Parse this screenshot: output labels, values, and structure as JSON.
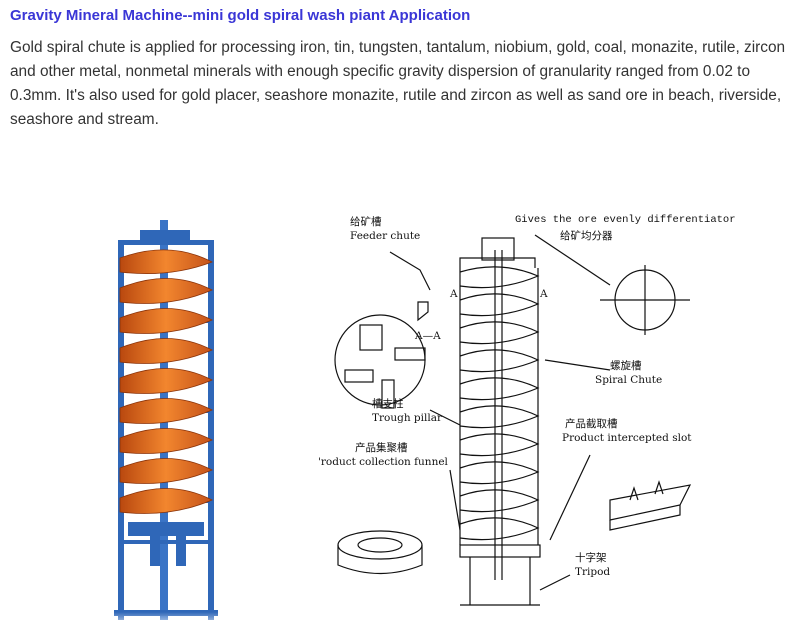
{
  "heading": "Gravity Mineral Machine--mini gold spiral wash piant Application",
  "paragraph": "Gold spiral chute is applied for processing iron, tin, tungsten, tantalum, niobium, gold, coal, monazite, rutile, zircon and other metal, nonmetal minerals with enough specific gravity dispersion of granularity ranged from 0.02 to 0.3mm. It's also used for gold placer, seashore monazite, rutile and zircon as well as sand ore in beach, riverside, seashore and stream.",
  "diagram": {
    "feeder_cn": "给矿槽",
    "feeder_en": "Feeder chute",
    "diff_en": "Gives the ore evenly differentiator",
    "diff_cn": "给矿均分器",
    "section_label": "A—A",
    "a_left": "A",
    "a_right": "A",
    "spiral_cn": "螺旋槽",
    "spiral_en": "Spiral Chute",
    "pillar_cn": "槽支柱",
    "pillar_en": "Trough pillar",
    "funnel_cn": "产品集聚槽",
    "funnel_en": "'roduct collection funnel",
    "slot_cn": "产品截取槽",
    "slot_en": "Product intercepted slot",
    "tripod_cn": "十字架",
    "tripod_en": "Tripod"
  },
  "colors": {
    "heading": "#3a36d6",
    "text": "#333333",
    "frame": "#2f67b8",
    "spiral": "#e8731e"
  }
}
